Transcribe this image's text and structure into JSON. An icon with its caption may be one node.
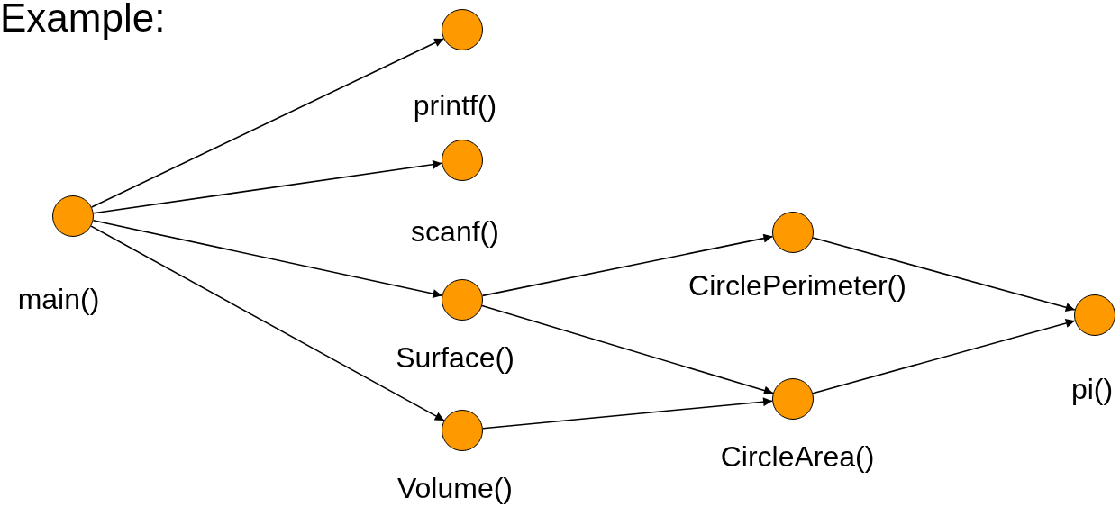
{
  "diagram": {
    "title": "Example:",
    "nodes": [
      {
        "text": [
          "main()"
        ]
      },
      {
        "text": [
          "printf()"
        ]
      },
      {
        "text": [
          "scanf()"
        ]
      },
      {
        "text": [
          "Surface()"
        ]
      },
      {
        "text": [
          "Volume()"
        ]
      },
      {
        "text": [
          "CirclePerimeter()"
        ]
      },
      {
        "text": [
          "CircleArea()"
        ]
      },
      {
        "text": [
          "pi()"
        ]
      }
    ],
    "edges": [
      {
        "from": 0,
        "to": 1,
        "arrow": "to"
      },
      {
        "from": 0,
        "to": 2,
        "arrow": "to"
      },
      {
        "from": 0,
        "to": 3,
        "arrow": "to"
      },
      {
        "from": 0,
        "to": 4,
        "arrow": "to"
      },
      {
        "from": 3,
        "to": 5,
        "arrow": "to"
      },
      {
        "from": 3,
        "to": 6,
        "arrow": "to"
      },
      {
        "from": 4,
        "to": 6,
        "arrow": "to"
      },
      {
        "from": 5,
        "to": 7,
        "arrow": "to"
      },
      {
        "from": 6,
        "to": 7,
        "arrow": "to"
      }
    ]
  }
}
